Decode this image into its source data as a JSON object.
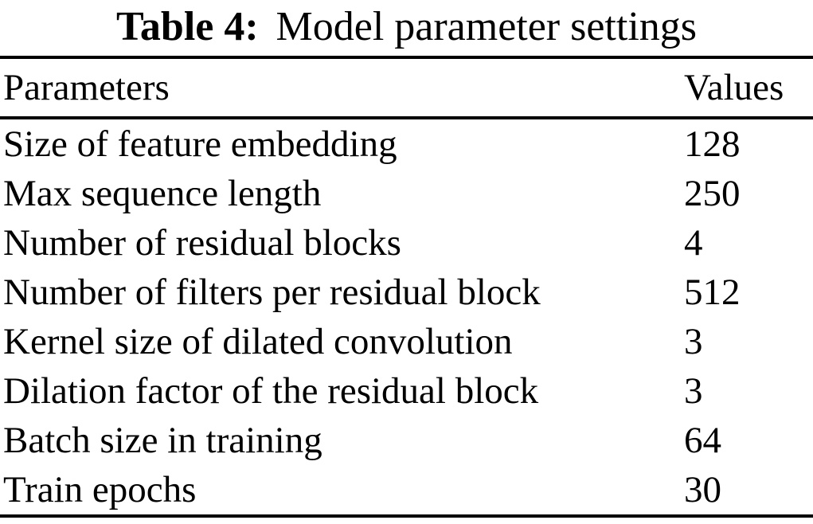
{
  "caption": {
    "label": "Table 4:",
    "text": "Model parameter settings"
  },
  "table": {
    "columns": {
      "parameter": "Parameters",
      "value": "Values"
    },
    "rows": [
      {
        "parameter": "Size of feature embedding",
        "value": "128"
      },
      {
        "parameter": "Max sequence length",
        "value": "250"
      },
      {
        "parameter": "Number of residual blocks",
        "value": "4"
      },
      {
        "parameter": "Number of filters per residual block",
        "value": "512"
      },
      {
        "parameter": "Kernel size of dilated convolution",
        "value": "3"
      },
      {
        "parameter": "Dilation factor of the residual block",
        "value": "3"
      },
      {
        "parameter": "Batch size in training",
        "value": "64"
      },
      {
        "parameter": "Train epochs",
        "value": "30"
      }
    ]
  },
  "colors": {
    "background": "#ffffff",
    "text": "#000000",
    "rule": "#000000"
  }
}
